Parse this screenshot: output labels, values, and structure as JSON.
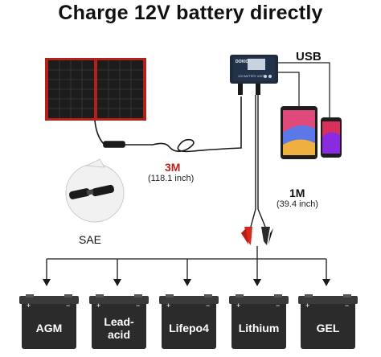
{
  "title": "Charge 12V battery directly",
  "usb_label": "USB",
  "cable_1": {
    "length": "3M",
    "inch": "(118.1 inch)"
  },
  "cable_2": {
    "length": "1M",
    "inch": "(39.4 inch)"
  },
  "connector_label": "SAE",
  "controller": {
    "brand": "DOKIO",
    "text": "12V BATTERY UNIT"
  },
  "batteries": [
    {
      "label": "AGM"
    },
    {
      "label": "Lead-\nacid"
    },
    {
      "label": "Lifepo4"
    },
    {
      "label": "Lithium"
    },
    {
      "label": "GEL"
    }
  ],
  "colors": {
    "panel_frame": "#b3221a",
    "clamp_red": "#d62a1e",
    "battery_body": "#2b2b2b",
    "text_red": "#c0201a"
  }
}
